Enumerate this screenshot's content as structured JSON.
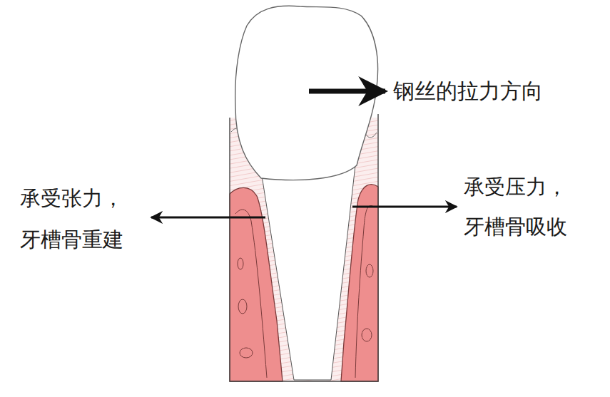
{
  "diagram": {
    "labels": [
      "钢丝的拉力方向",
      "承受张力， 牙槽骨重建",
      "承受压力， 牙槽骨吸收"
    ]
  }
}
